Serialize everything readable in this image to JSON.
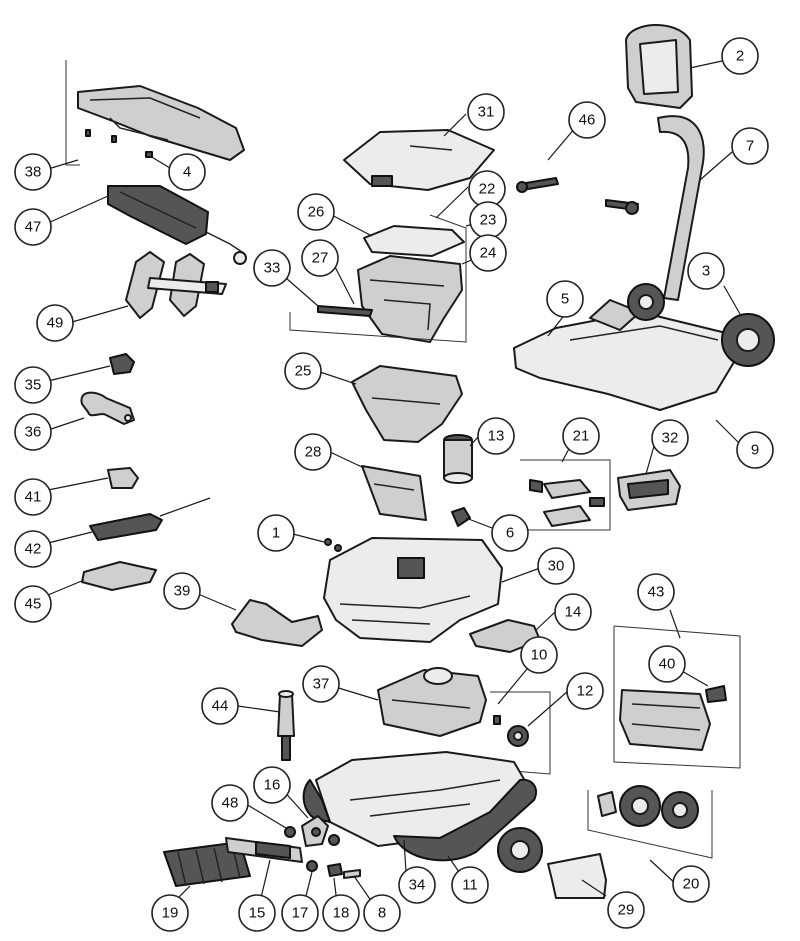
{
  "callouts": [
    {
      "label": "1"
    },
    {
      "label": "2"
    },
    {
      "label": "3"
    },
    {
      "label": "4"
    },
    {
      "label": "5"
    },
    {
      "label": "6"
    },
    {
      "label": "7"
    },
    {
      "label": "8"
    },
    {
      "label": "9"
    },
    {
      "label": "10"
    },
    {
      "label": "11"
    },
    {
      "label": "12"
    },
    {
      "label": "13"
    },
    {
      "label": "14"
    },
    {
      "label": "15"
    },
    {
      "label": "16"
    },
    {
      "label": "17"
    },
    {
      "label": "18"
    },
    {
      "label": "19"
    },
    {
      "label": "20"
    },
    {
      "label": "21"
    },
    {
      "label": "22"
    },
    {
      "label": "23"
    },
    {
      "label": "24"
    },
    {
      "label": "25"
    },
    {
      "label": "26"
    },
    {
      "label": "27"
    },
    {
      "label": "28"
    },
    {
      "label": "29"
    },
    {
      "label": "30"
    },
    {
      "label": "31"
    },
    {
      "label": "32"
    },
    {
      "label": "33"
    },
    {
      "label": "34"
    },
    {
      "label": "35"
    },
    {
      "label": "36"
    },
    {
      "label": "37"
    },
    {
      "label": "38"
    },
    {
      "label": "39"
    },
    {
      "label": "40"
    },
    {
      "label": "41"
    },
    {
      "label": "42"
    },
    {
      "label": "43"
    },
    {
      "label": "44"
    },
    {
      "label": "45"
    },
    {
      "label": "46"
    },
    {
      "label": "47"
    },
    {
      "label": "48"
    },
    {
      "label": "49"
    }
  ]
}
